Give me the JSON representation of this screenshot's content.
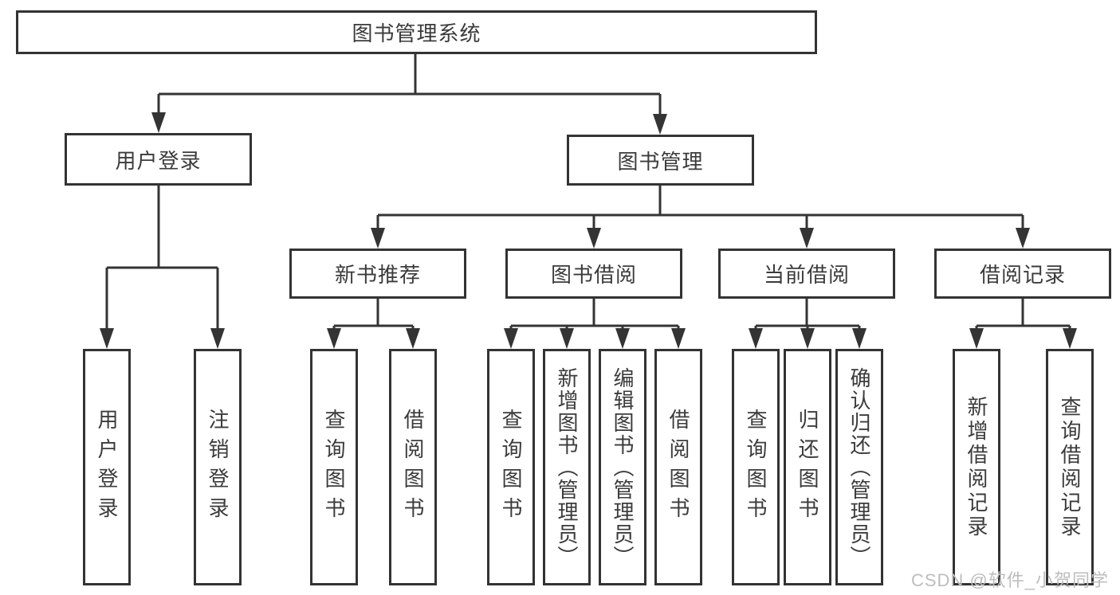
{
  "diagram": {
    "root": "图书管理系统",
    "level2": [
      "用户登录",
      "图书管理"
    ],
    "level3": [
      "新书推荐",
      "图书借阅",
      "当前借阅",
      "借阅记录"
    ],
    "leaves": {
      "user_login": [
        "用户登录",
        "注销登录"
      ],
      "new_book": [
        "查询图书",
        "借阅图书"
      ],
      "borrow": [
        "查询图书",
        "新增图书（管理员）",
        "编辑图书（管理员）",
        "借阅图书"
      ],
      "current": [
        "查询图书",
        "归还图书",
        "确认归还（管理员）"
      ],
      "records": [
        "新增借阅记录",
        "查询借阅记录"
      ]
    }
  },
  "watermark": "CSDN @软件_小贺同学",
  "colors": {
    "line": "#343434",
    "box_border": "#333333",
    "text": "#3b3b3b",
    "background": "#ffffff",
    "watermark": "#bdbdbd"
  }
}
